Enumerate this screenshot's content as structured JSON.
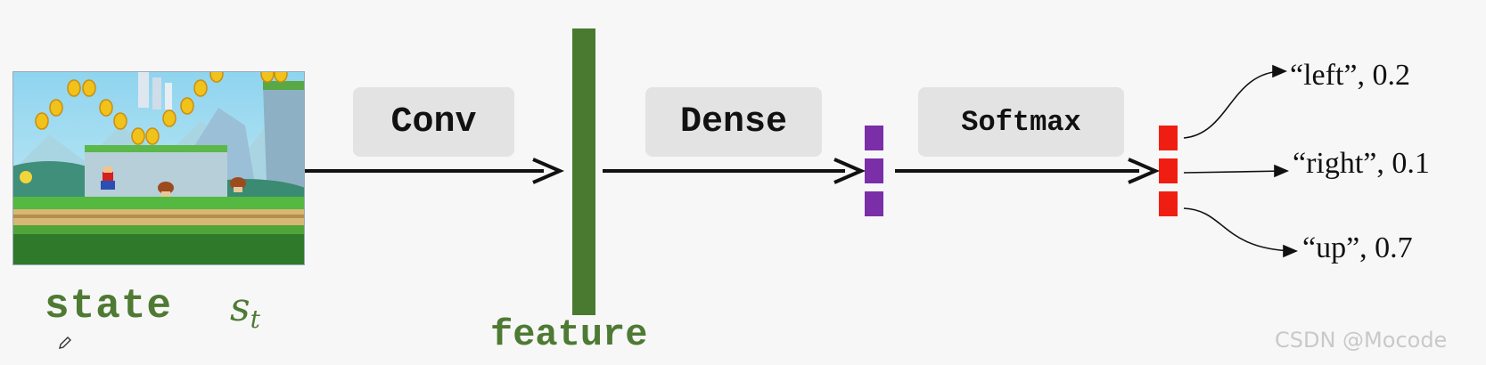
{
  "input": {
    "label": "state",
    "symbol": "s",
    "subscript": "t"
  },
  "layers": {
    "conv": "Conv",
    "dense": "Dense",
    "softmax": "Softmax"
  },
  "feature": {
    "label": "feature"
  },
  "outputs": [
    {
      "text": "“left”, 0.2"
    },
    {
      "text": "“right”, 0.1"
    },
    {
      "text": "“up”, 0.7"
    }
  ],
  "colors": {
    "feature_bar": "#4a7a30",
    "label_green": "#4e7a33",
    "dense_neurons": "#7a2fa8",
    "softmax_neurons": "#f01e12",
    "layer_box": "#e3e3e3"
  },
  "icons": [
    "pencil-icon"
  ],
  "watermark": "CSDN @Mocode"
}
